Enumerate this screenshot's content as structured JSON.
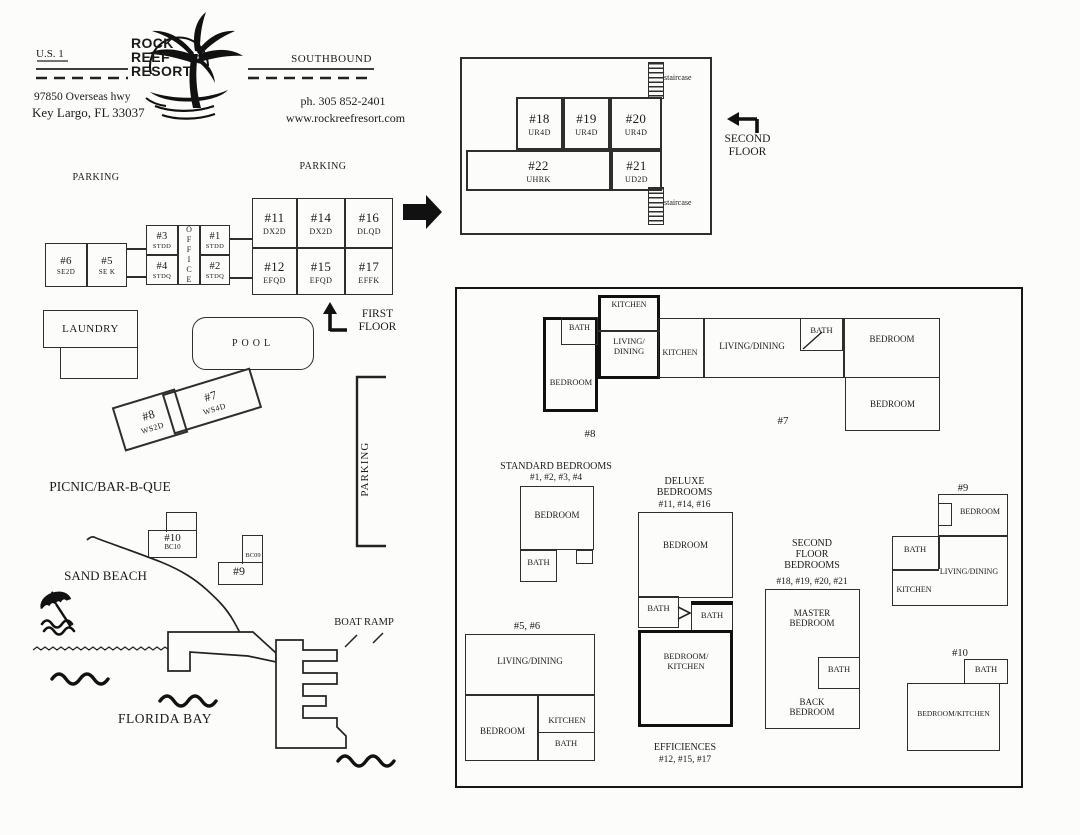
{
  "header": {
    "highway": "U.S. 1",
    "direction": "SOUTHBOUND",
    "logo": {
      "line1": "ROCK",
      "line2": "REEF",
      "line3": "RESORT"
    },
    "address1": "97850 Overseas hwy",
    "address2": "Key Largo, FL 33037",
    "phone": "ph. 305 852-2401",
    "website": "www.rockreefresort.com"
  },
  "map": {
    "parking_left": "PARKING",
    "parking_top": "PARKING",
    "parking_side": "PARKING",
    "office": "OFFICE",
    "laundry": "LAUNDRY",
    "pool": "POOL",
    "picnic": "PICNIC/BAR-B-QUE",
    "sand_beach": "SAND BEACH",
    "florida_bay": "FLORIDA BAY",
    "boat_ramp": "BOAT RAMP",
    "first_floor": "FIRST FLOOR",
    "second_floor": "SECOND FLOOR",
    "units": {
      "u6": {
        "num": "#6",
        "code": "SE2D"
      },
      "u5": {
        "num": "#5",
        "code": "SE K"
      },
      "u3": {
        "num": "#3",
        "code": "STDD"
      },
      "u4": {
        "num": "#4",
        "code": "STDQ"
      },
      "u1": {
        "num": "#1",
        "code": "STDD"
      },
      "u2": {
        "num": "#2",
        "code": "STDQ"
      },
      "u11": {
        "num": "#11",
        "code": "DX2D"
      },
      "u14": {
        "num": "#14",
        "code": "DX2D"
      },
      "u16": {
        "num": "#16",
        "code": "DLQD"
      },
      "u12": {
        "num": "#12",
        "code": "EFQD"
      },
      "u15": {
        "num": "#15",
        "code": "EFQD"
      },
      "u17": {
        "num": "#17",
        "code": "EFFK"
      },
      "u7": {
        "num": "#7",
        "code": "WS4D"
      },
      "u8": {
        "num": "#8",
        "code": "WS2D"
      },
      "u10": {
        "num": "#10",
        "code": "BC10"
      },
      "u9": {
        "num": "#9",
        "code": "BC09"
      }
    }
  },
  "second_floor_plan": {
    "u18": {
      "num": "#18",
      "code": "UR4D"
    },
    "u19": {
      "num": "#19",
      "code": "UR4D"
    },
    "u20": {
      "num": "#20",
      "code": "UR4D"
    },
    "u22": {
      "num": "#22",
      "code": "UHRK"
    },
    "u21": {
      "num": "#21",
      "code": "UD2D"
    },
    "staircase_top": "staircase",
    "staircase_bottom": "staircase"
  },
  "floor_plans": {
    "plan8": {
      "label": "#8",
      "kitchen": "KITCHEN",
      "living": "LIVING/ DINING",
      "bath": "BATH",
      "bedroom": "BEDROOM"
    },
    "plan7": {
      "label": "#7",
      "kitchen": "KITCHEN",
      "living": "LIVING/DINING",
      "bath": "BATH",
      "bedroom_upper": "BEDROOM",
      "bedroom_lower": "BEDROOM"
    },
    "standard": {
      "title": "STANDARD BEDROOMS",
      "subtitle": "#1, #2, #3, #4",
      "bedroom": "BEDROOM",
      "bath": "BATH"
    },
    "deluxe": {
      "title": "DELUXE BEDROOMS",
      "subtitle": "#11, #14, #16",
      "bedroom": "BEDROOM",
      "bath_left": "BATH",
      "bath_right": "BATH"
    },
    "efficiencies": {
      "room": "BEDROOM/ KITCHEN",
      "title": "EFFICIENCES",
      "subtitle": "#12, #15, #17"
    },
    "second_floor_bedrooms": {
      "title": "SECOND FLOOR BEDROOMS",
      "subtitle": "#18, #19, #20, #21",
      "master": "MASTER BEDROOM",
      "bath": "BATH",
      "back": "BACK BEDROOM"
    },
    "plan9": {
      "label": "#9",
      "bedroom": "BEDROOM",
      "bath": "BATH",
      "living": "LIVING/DINING",
      "kitchen": "KITCHEN"
    },
    "plan56": {
      "label": "#5, #6",
      "living": "LIVING/DINING",
      "bedroom": "BEDROOM",
      "kitchen": "KITCHEN",
      "bath": "BATH"
    },
    "plan10": {
      "label": "#10",
      "bath": "BATH",
      "room": "BEDROOM/KITCHEN"
    }
  }
}
